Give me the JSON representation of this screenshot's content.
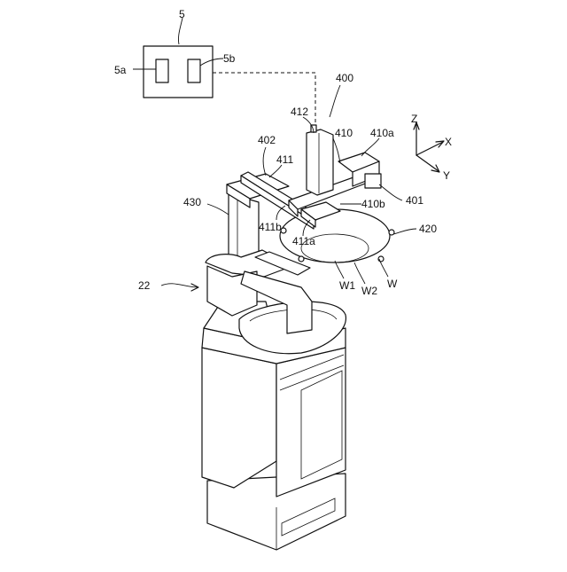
{
  "labels": {
    "controller": "5",
    "controller_part_a": "5a",
    "controller_part_b": "5b",
    "transfer_unit": "400",
    "vertical_arm": "412",
    "arm_410": "410",
    "arm_410a": "410a",
    "frame_402": "402",
    "arm_411": "411",
    "base_401": "401",
    "arm_410b": "410b",
    "column_430": "430",
    "arm_411b": "411b",
    "table_420": "420",
    "arm_411a": "411a",
    "apparatus_22": "22",
    "wafer_w1": "W1",
    "wafer_w2": "W2",
    "wafer_w": "W"
  },
  "axes": {
    "z": "Z",
    "x": "X",
    "y": "Y"
  }
}
